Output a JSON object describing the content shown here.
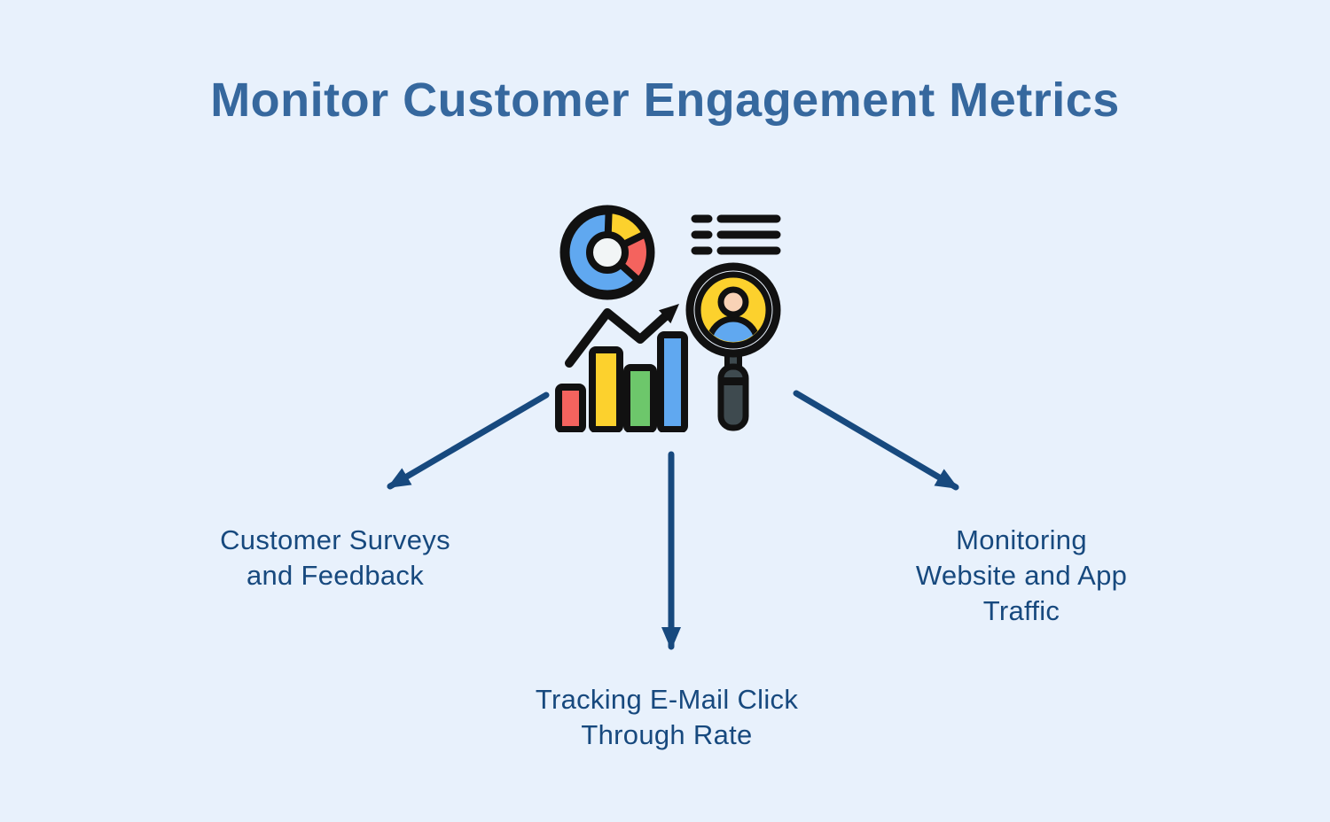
{
  "title": "Monitor Customer Engagement Metrics",
  "center_icon": {
    "name": "customer-engagement-analytics-icon",
    "elements": [
      "donut-chart",
      "list-lines",
      "bar-chart-with-trend-arrow",
      "magnifier-with-user"
    ]
  },
  "branches": [
    {
      "position": "left",
      "label": "Customer Surveys and Feedback",
      "label_lines": [
        "Customer Surveys",
        "and Feedback"
      ]
    },
    {
      "position": "center",
      "label": "Tracking E-Mail Click Through Rate",
      "label_lines": [
        "Tracking E-Mail Click",
        "Through Rate"
      ]
    },
    {
      "position": "right",
      "label": "Monitoring Website and App Traffic",
      "label_lines": [
        "Monitoring",
        "Website and App",
        "Traffic"
      ]
    }
  ],
  "colors": {
    "background": "#e8f1fc",
    "title_text": "#36689e",
    "label_text": "#17497e",
    "connector_arrow": "#17497e",
    "icon_outline": "#111111",
    "icon_blue": "#60a8f0",
    "icon_yellow": "#fcd12d",
    "icon_red": "#f4635e",
    "icon_green": "#6dc76b",
    "icon_handle_gray": "#3e4a4f",
    "icon_face": "#f9d2b6",
    "icon_donut_hole": "#f2f5f6"
  }
}
